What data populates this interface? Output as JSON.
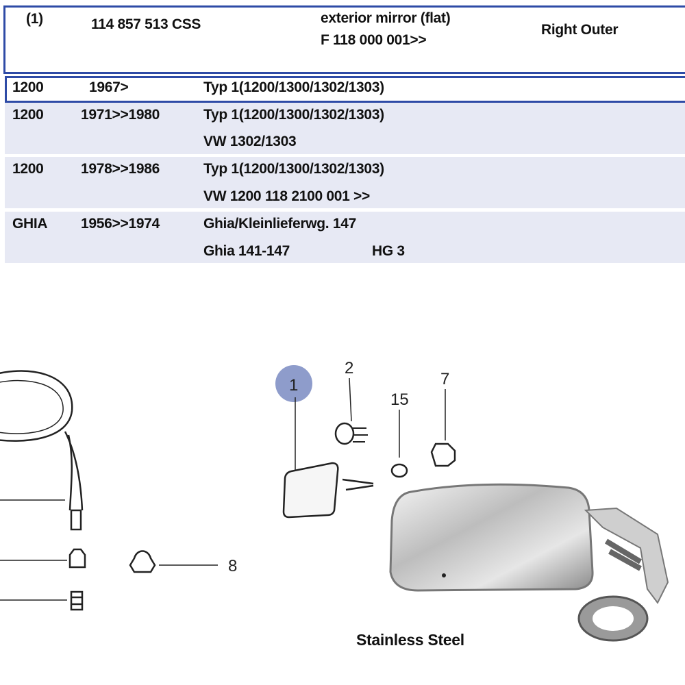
{
  "header": {
    "index": "(1)",
    "part_number": "114 857 513 CSS",
    "description_line1": "exterior mirror (flat)",
    "description_line2": "F 118  000 001>>",
    "position": "Right Outer"
  },
  "rows": [
    {
      "model": "1200",
      "years": "1967>",
      "lines": [
        "Typ 1(1200/1300/1302/1303)"
      ]
    },
    {
      "model": "1200",
      "years": "1971>>1980",
      "lines": [
        "Typ 1(1200/1300/1302/1303)",
        "VW 1302/1303"
      ]
    },
    {
      "model": "1200",
      "years": "1978>>1986",
      "lines": [
        "Typ 1(1200/1300/1302/1303)",
        "VW 1200  118 2100 001 >>"
      ]
    },
    {
      "model": "GHIA",
      "years": "1956>>1974",
      "lines": [
        "Ghia/Kleinlieferwg. 147",
        "Ghia 141-147"
      ],
      "extra": "HG 3"
    }
  ],
  "diagram": {
    "callouts": [
      "1",
      "2",
      "15",
      "7",
      "8"
    ],
    "highlight_color": "#8e9ccb"
  },
  "caption": "Stainless Steel"
}
